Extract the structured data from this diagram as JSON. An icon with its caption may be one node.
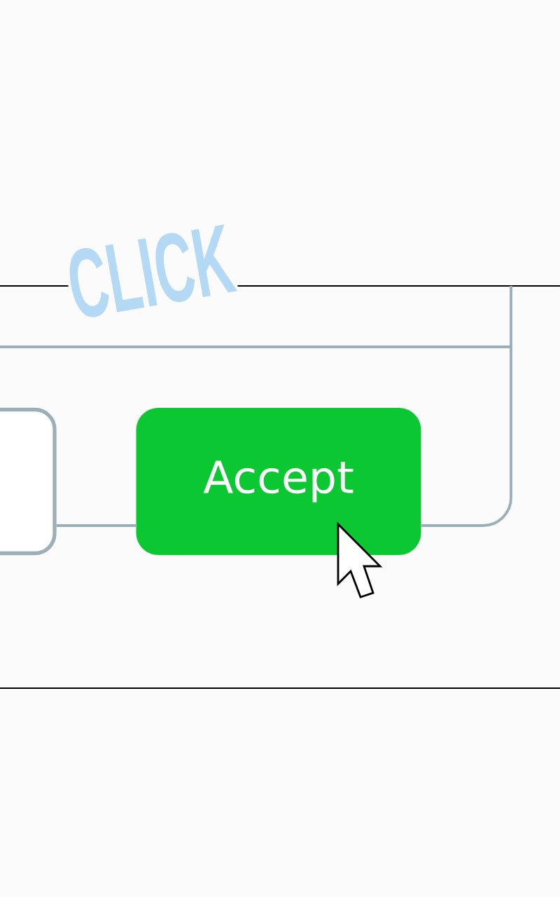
{
  "diagram": {
    "nodes": [
      {
        "text": [],
        "shape": "box"
      },
      {
        "text": [
          "Accept"
        ]
      }
    ],
    "edges": [
      {
        "from": 0,
        "to": 1,
        "arrow": "none"
      },
      {
        "from": 1,
        "to": null,
        "arrow": "none"
      }
    ],
    "labels": [
      "CLICK"
    ]
  }
}
